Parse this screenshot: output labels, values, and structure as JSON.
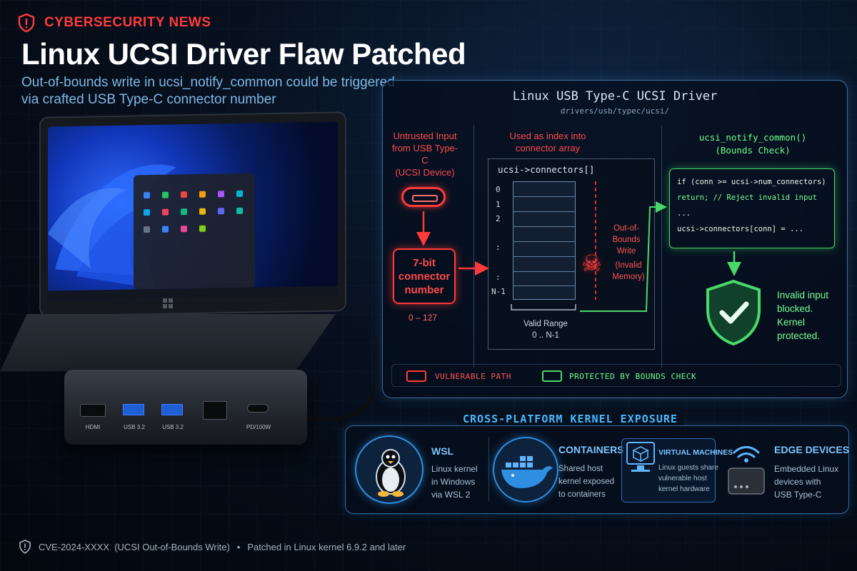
{
  "header": {
    "tag": "CYBERSECURITY NEWS",
    "title": "Linux UCSI Driver Flaw Patched",
    "subtitle_line1": "Out-of-bounds write in ucsi_notify_common could be triggered",
    "subtitle_line2": "via crafted USB Type-C connector number"
  },
  "dock": {
    "ports": [
      "HDMI",
      "USB 3.2",
      "USB 3.2",
      "",
      "PD/100W"
    ]
  },
  "diagram": {
    "title": "Linux USB Type-C UCSI Driver",
    "path": "drivers/usb/typec/ucsi/",
    "input_heading": [
      "Untrusted Input",
      "from USB Type-C",
      "(UCSI Device)"
    ],
    "connector_box": [
      "7-bit",
      "connector",
      "number"
    ],
    "range": "0 – 127",
    "index_heading": [
      "Used as index into",
      "connector array"
    ],
    "array_label": "ucsi->connectors[]",
    "indices": [
      "0",
      "1",
      "2",
      ":",
      ":",
      "N-1"
    ],
    "valid_range": [
      "Valid Range",
      "0 .. N-1"
    ],
    "oob_label": [
      "Out-of-",
      "Bounds",
      "Write"
    ],
    "oob_paren": [
      "(Invalid",
      "Memory)"
    ],
    "check_heading": [
      "ucsi_notify_common()",
      "(Bounds Check)"
    ],
    "code": {
      "line1": "if (conn >= ucsi->num_connectors)",
      "line2": "  return;  // Reject invalid input",
      "line3": "...",
      "line4": "ucsi->connectors[conn] = ..."
    },
    "blocked": [
      "Invalid input",
      "blocked.",
      "Kernel",
      "protected."
    ],
    "legend": {
      "vulnerable": "VULNERABLE PATH",
      "protected": "PROTECTED BY BOUNDS CHECK"
    },
    "colors": {
      "vulnerable": "#ff3a3a",
      "protected": "#49d96a",
      "accent": "#48b8ff"
    }
  },
  "exposure": {
    "title": "CROSS-PLATFORM KERNEL  EXPOSURE",
    "items": [
      {
        "icon": "tux-icon",
        "heading": "WSL",
        "body": [
          "Linux kernel",
          "in Windows",
          "via WSL 2"
        ]
      },
      {
        "icon": "docker-whale-icon",
        "heading": "CONTAINERS",
        "body": [
          "Shared host",
          "kernel exposed",
          "to containers"
        ]
      },
      {
        "icon": "virtual-machine-icon",
        "heading": "VIRTUAL MACHINES",
        "body": [
          "Linux guests share",
          "vulnerable host",
          "kernel hardware"
        ]
      },
      {
        "icon": "wifi-device-icon",
        "heading": "EDGE DEVICES",
        "body": [
          "Embedded Linux",
          "devices with",
          "USB Type-C"
        ]
      }
    ]
  },
  "footer": {
    "cve": "CVE-2024-XXXX  (UCSI Out-of-Bounds Write)",
    "separator": "•",
    "patched": "Patched in Linux kernel 6.9.2 and later"
  }
}
